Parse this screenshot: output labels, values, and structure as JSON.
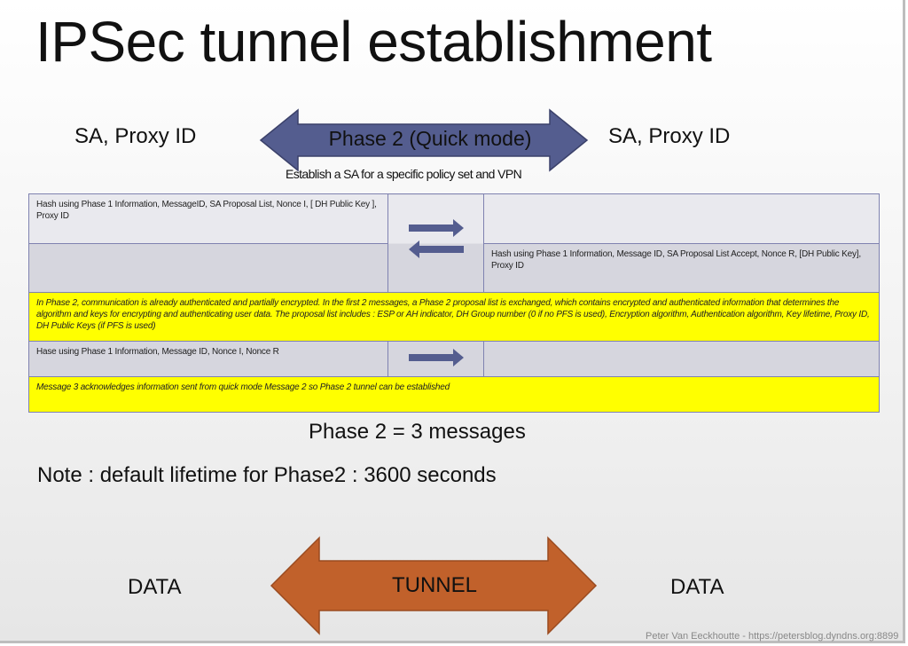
{
  "title": "IPSec tunnel establishment",
  "phase_arrow": {
    "label": "Phase 2 (Quick mode)",
    "subtitle": "Establish a SA for a specific policy set and VPN",
    "color": "#545d8f"
  },
  "left_label": "SA, Proxy ID",
  "right_label": "SA, Proxy ID",
  "table": {
    "message1": "Hash using Phase 1 Information, MessageID, SA Proposal List, Nonce I, [ DH Public Key ], Proxy ID",
    "message2": "Hash using Phase 1 Information, Message ID, SA Proposal List Accept, Nonce R, [DH Public Key], Proxy ID",
    "note1": "In Phase 2, communication is already authenticated and partially encrypted. In the first 2 messages, a Phase 2 proposal list is exchanged, which contains encrypted and authenticated information that determines the algorithm and keys for encrypting and authenticating user data. The proposal list includes : ESP or AH indicator, DH Group number (0 if no PFS is used), Encryption algorithm, Authentication algorithm, Key lifetime, Proxy ID, DH Public Keys (if PFS is used)",
    "message3": "Hase using Phase 1 Information, Message ID, Nonce I, Nonce R",
    "note2": "Message 3 acknowledges information sent from quick mode Message 2 so Phase 2 tunnel can be established"
  },
  "summary": "Phase 2 = 3 messages",
  "note": "Note : default lifetime for Phase2 : 3600 seconds",
  "tunnel": {
    "label": "TUNNEL",
    "left": "DATA",
    "right": "DATA",
    "color": "#c1612b"
  },
  "footer": "Peter Van Eeckhoutte - https://petersblog.dyndns.org:8899"
}
